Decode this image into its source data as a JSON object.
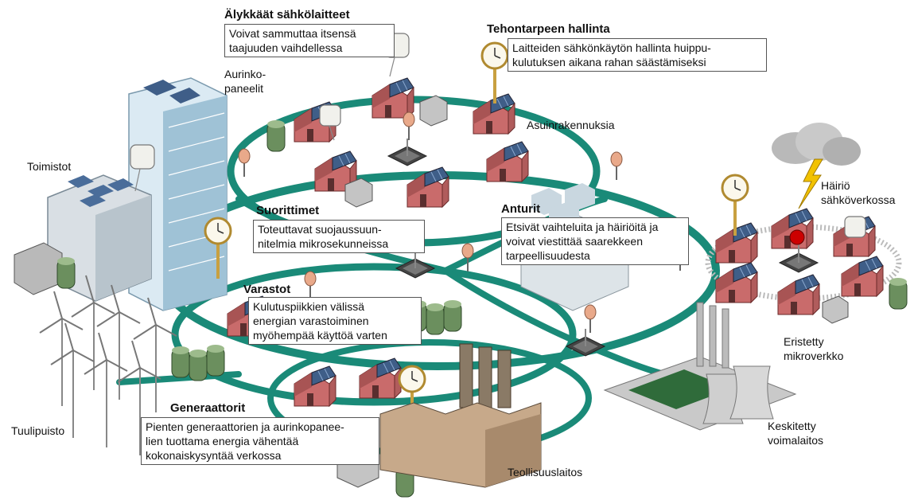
{
  "callouts": {
    "smart_devices": {
      "heading": "Älykkäät sähkölaitteet",
      "lines": [
        "Voivat sammuttaa itsensä",
        "taajuuden vaihdellessa"
      ]
    },
    "demand_management": {
      "heading": "Tehontarpeen hallinta",
      "lines": [
        "Laitteiden sähkönkäytön hallinta huippu-",
        "kulutuksen aikana rahan säästämiseksi"
      ]
    },
    "processors": {
      "heading": "Suorittimet",
      "lines": [
        "Toteuttavat suojaussuun-",
        "nitelmia mikrosekunneissa"
      ]
    },
    "sensors": {
      "heading": "Anturit",
      "lines": [
        "Etsivät vaihteluita ja häiriöitä ja",
        "voivat viestittää saarekkeen",
        "tarpeellisuudesta"
      ]
    },
    "storage": {
      "heading": "Varastot",
      "lines": [
        "Kulutuspiikkien välissä",
        "energian varastoiminen",
        "myöhempää käyttöä varten"
      ]
    },
    "generators": {
      "heading": "Generaattorit",
      "lines": [
        "Pienten generaattorien ja aurinkopanee-",
        "lien tuottama energia vähentää",
        "kokonaiskysyntää verkossa"
      ]
    }
  },
  "labels": {
    "solar_panels": [
      "Aurinko-",
      "paneelit"
    ],
    "offices": [
      "Toimistot"
    ],
    "residential": [
      "Asuinrakennuksia"
    ],
    "disturbance": [
      "Häiriö",
      "sähköverkossa"
    ],
    "wind_farm": [
      "Tuulipuisto"
    ],
    "isolated_microgrid": [
      "Eristetty",
      "mikroverkko"
    ],
    "central_plant": [
      "Keskitetty",
      "voimalaitos"
    ],
    "industrial": [
      "Teollisuuslaitos"
    ]
  },
  "colors": {
    "grid_line": "#1a8a78",
    "house_wall": "#c96b6b",
    "roof_panel": "#4a6d9a",
    "building": "#cfe3ee",
    "alert": "#cc0000",
    "lightning": "#f2c200"
  },
  "icons": [
    "smart-plug-icon",
    "clock-meter-icon",
    "processor-chip-icon",
    "sensor-pin-icon",
    "storage-tank-icon",
    "wind-turbine-icon",
    "lightning-icon"
  ]
}
